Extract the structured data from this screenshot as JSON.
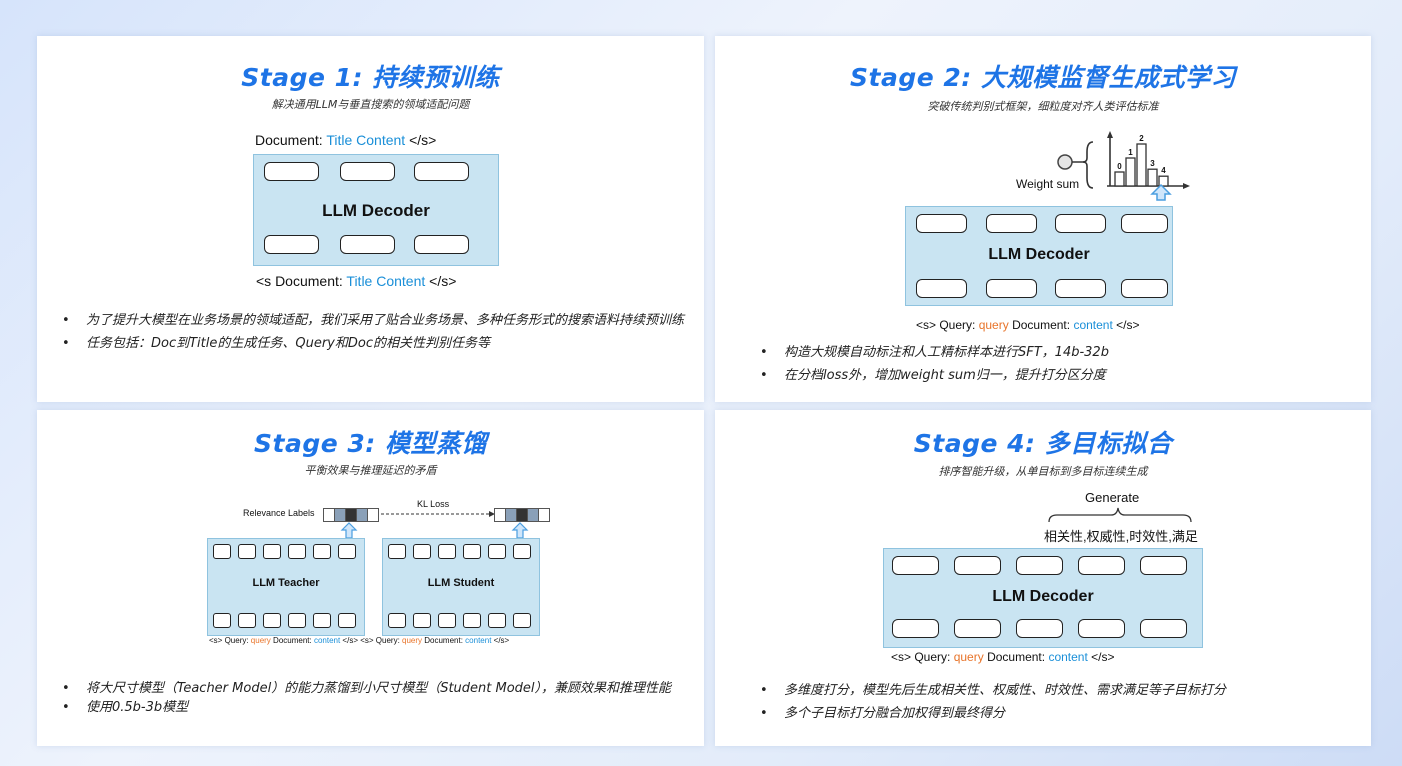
{
  "stage1": {
    "title": "Stage 1:  持续预训练",
    "subtitle": "解决通用LLM与垂直搜索的领域适配问题",
    "top_caption": {
      "prefix": "Document: ",
      "highlight": "Title Content",
      "suffix": " </s>"
    },
    "decoder_label": "LLM Decoder",
    "bottom_caption": {
      "prefix": "<s Document: ",
      "highlight": "Title Content",
      "suffix": " </s>"
    },
    "bullets": [
      "为了提升大模型在业务场景的领域适配，我们采用了贴合业务场景、多种任务形式的搜索语料持续预训练",
      "任务包括：Doc到Title的生成任务、Query和Doc的相关性判别任务等"
    ]
  },
  "stage2": {
    "title": "Stage 2:  大规模监督生成式学习",
    "subtitle": "突破传统判别式框架，细粒度对齐人类评估标准",
    "weight_sum_label": "Weight sum",
    "histogram_labels": [
      "0",
      "1",
      "2",
      "3",
      "4"
    ],
    "histogram_values": [
      1,
      2,
      3,
      1.2,
      0.7
    ],
    "decoder_label": "LLM Decoder",
    "caption": {
      "p1": "<s> Query: ",
      "query": "query",
      "p2": " Document: ",
      "content": "content",
      "p3": " </s>"
    },
    "bullets": [
      "构造大规模自动标注和人工精标样本进行SFT，14b-32b",
      "在分档loss外，增加weight sum归一，提升打分区分度"
    ]
  },
  "stage3": {
    "title": "Stage 3:  模型蒸馏",
    "subtitle": "平衡效果与推理延迟的矛盾",
    "relevance_labels": "Relevance Labels",
    "kl_loss": "KL Loss",
    "teacher_label": "LLM Teacher",
    "student_label": "LLM Student",
    "caption": {
      "p1": "<s> Query: ",
      "query1": "query",
      "p2": " Document: ",
      "content1": "content",
      "p3": " </s> <s> Query: ",
      "query2": "query",
      "p4": " Document: ",
      "content2": "content",
      "p5": " </s>"
    },
    "bullets": [
      "将大尺寸模型（Teacher Model）的能力蒸馏到小尺寸模型（Student Model），兼顾效果和推理性能",
      "使用0.5b-3b模型"
    ]
  },
  "stage4": {
    "title": "Stage 4:  多目标拟合",
    "subtitle": "排序智能升级，从单目标到多目标连续生成",
    "generate_label": "Generate",
    "objectives_label": "相关性,权威性,时效性,满足",
    "decoder_label": "LLM Decoder",
    "caption": {
      "p1": "<s> Query: ",
      "query": "query",
      "p2": " Document: ",
      "content": "content",
      "p3": " </s>"
    },
    "bullets": [
      "多维度打分，模型先后生成相关性、权威性、时效性、需求满足等子目标打分",
      "多个子目标打分融合加权得到最终得分"
    ]
  },
  "colors": {
    "title_blue": "#1e74e6",
    "decoder_fill": "#c9e4f2",
    "highlight_blue": "#1a8fd8",
    "highlight_orange": "#e8742a",
    "arrow_blue": "#4a9ee0"
  }
}
